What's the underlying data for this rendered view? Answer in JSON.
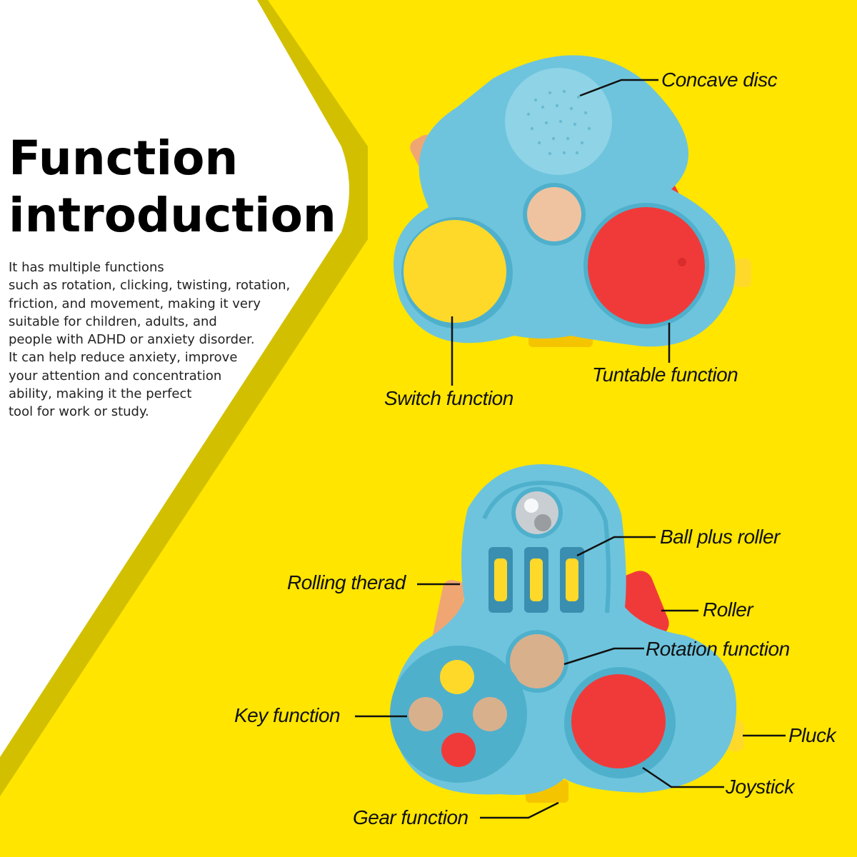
{
  "heading": {
    "line1": "Function",
    "line2": "introduction"
  },
  "description": {
    "lines": [
      "It has multiple functions",
      "such as rotation, clicking, twisting, rotation,",
      "friction, and movement, making it very",
      "suitable for children, adults, and",
      "people with ADHD or anxiety disorder.",
      "It can help reduce anxiety, improve",
      "your attention and concentration",
      "ability, making it the perfect",
      "tool for work or study."
    ]
  },
  "labels": {
    "concave_disc": "Concave disc",
    "switch_function": "Switch function",
    "turntable_function": "Tuntable function",
    "ball_plus_roller": "Ball plus roller",
    "rolling_thread": "Rolling therad",
    "roller": "Roller",
    "rotation_function": "Rotation function",
    "key_function": "Key function",
    "pluck": "Pluck",
    "joystick": "Joystick",
    "gear_function": "Gear function"
  },
  "colors": {
    "background_yellow": "#ffe500",
    "panel_white": "#ffffff",
    "stripe_olive": "#d2c000",
    "toy_blue": "#6ec4dd",
    "button_yellow": "#ffd92a",
    "button_red": "#f03a3a",
    "button_peach": "#f0c3a0",
    "button_tan": "#d9b08c"
  }
}
